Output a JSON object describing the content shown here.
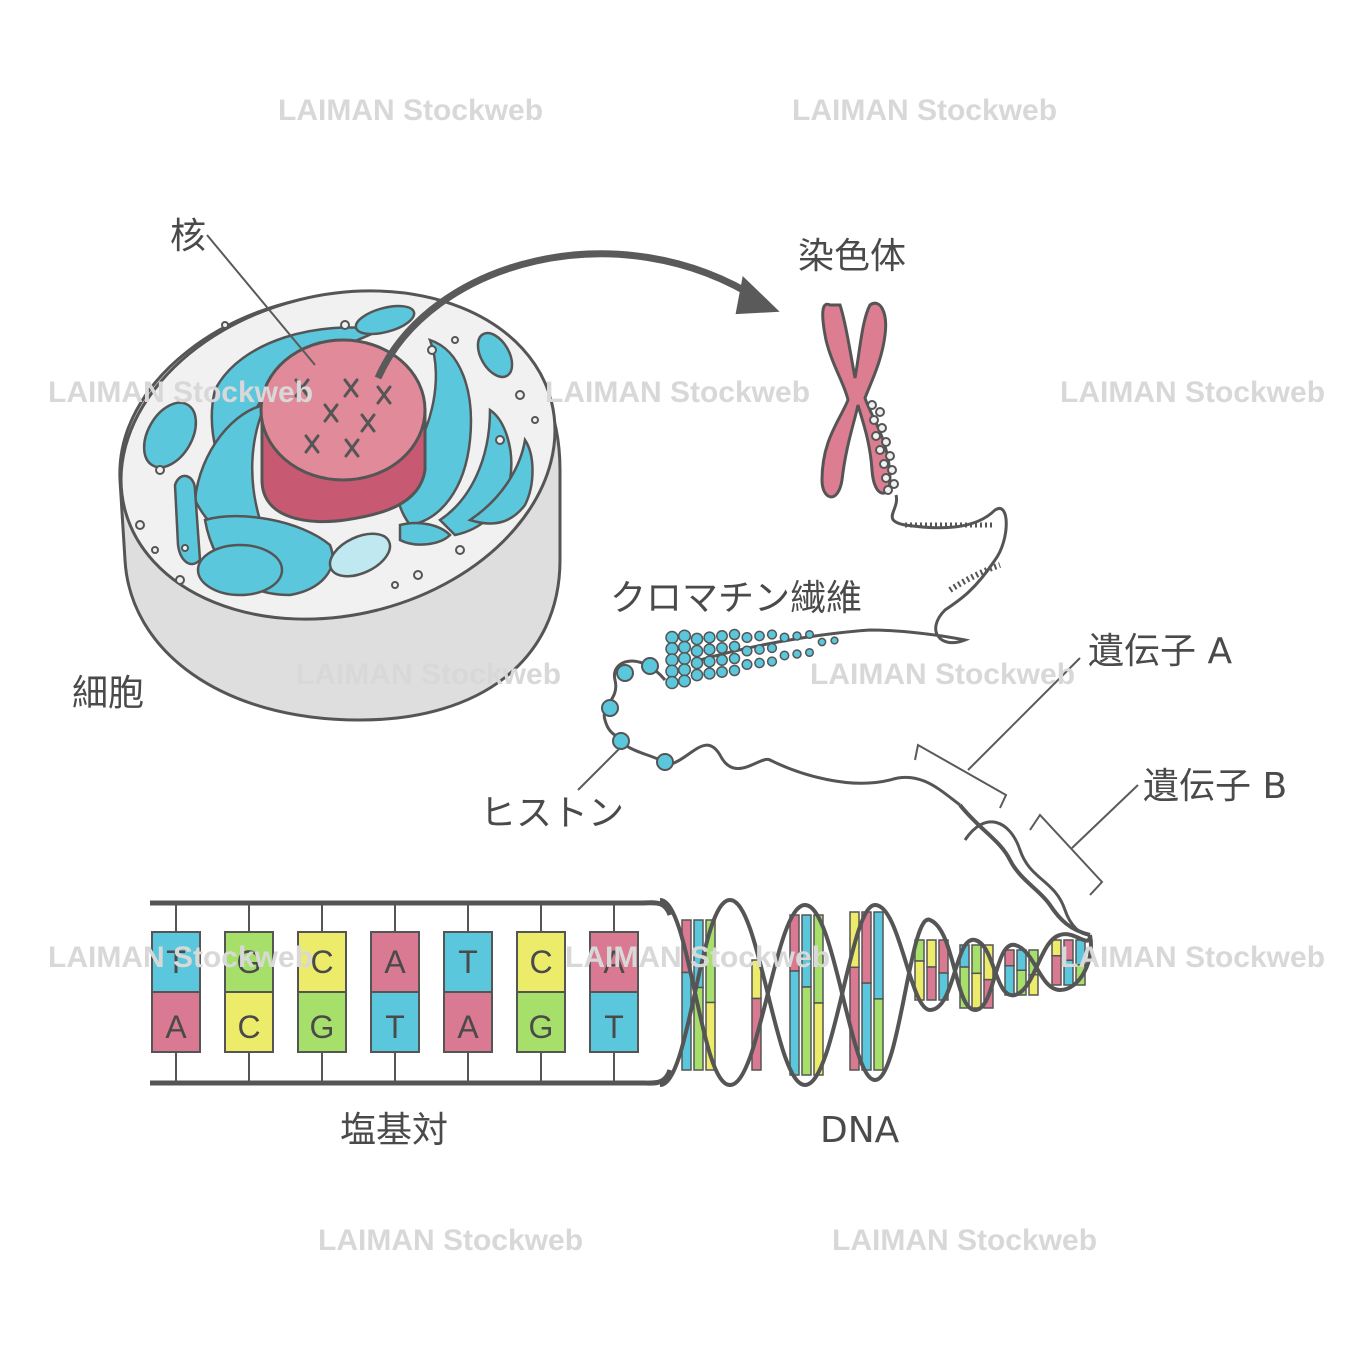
{
  "labels": {
    "nucleus": "核",
    "cell": "細胞",
    "chromosome": "染色体",
    "chromatin_fiber": "クロマチン繊維",
    "histone": "ヒストン",
    "gene_a": "遺伝子 A",
    "gene_b": "遺伝子 B",
    "base_pair": "塩基対",
    "dna": "DNA"
  },
  "watermark": "LAIMAN Stockweb",
  "base_pairs": [
    {
      "top": "T",
      "bottom": "A"
    },
    {
      "top": "G",
      "bottom": "C"
    },
    {
      "top": "C",
      "bottom": "G"
    },
    {
      "top": "A",
      "bottom": "T"
    },
    {
      "top": "T",
      "bottom": "A"
    },
    {
      "top": "C",
      "bottom": "G"
    },
    {
      "top": "A",
      "bottom": "T"
    }
  ],
  "colors": {
    "A": "#d97a92",
    "T": "#5bc7dc",
    "G": "#a6e06a",
    "C": "#ecec6a",
    "nucleus": "#e08a9a",
    "organelle": "#5bc7dc",
    "cytoplasm": "#f1f1f1",
    "membrane_side": "#dedede",
    "outline": "#555555",
    "label_text": "#4a4a4a",
    "watermark": "#d8d8d8"
  }
}
